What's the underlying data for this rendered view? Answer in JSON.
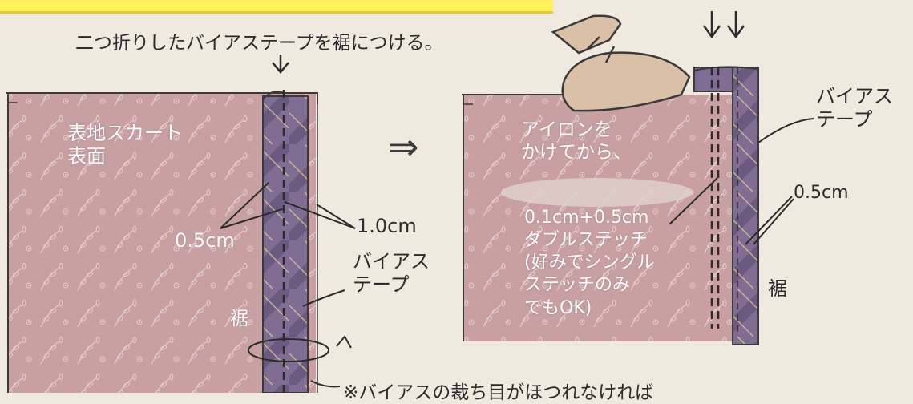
{
  "instruction_top": "二つ折りしたバイアステープを裾につける。",
  "left_panel": {
    "fabric_label": "表地スカート\n表面",
    "width_label": "1.0cm",
    "seam_label": "0.5cm",
    "tape_label": "バイアス\nテープ",
    "hem_label": "裾"
  },
  "arrow_symbol": "⇒",
  "right_panel": {
    "iron_label": "アイロンを\nかけてから、",
    "stitch_label": "0.1cm+0.5cm\nダブルステッチ\n(好みでシングル\nステッチのみ\nでもOK)",
    "tape_label": "バイアス\nテープ",
    "seam_label": "0.5cm",
    "hem_label": "裾"
  },
  "footnote": "※バイアスの裁ち目がほつれなければ",
  "colors": {
    "background": "#efe9df",
    "fabric": "#c8a0a2",
    "tape": "#7f6d94",
    "highlight": "#fff25a"
  },
  "icons": [
    "iron-icon",
    "down-arrow-icon",
    "rotate-arrow-icon"
  ]
}
